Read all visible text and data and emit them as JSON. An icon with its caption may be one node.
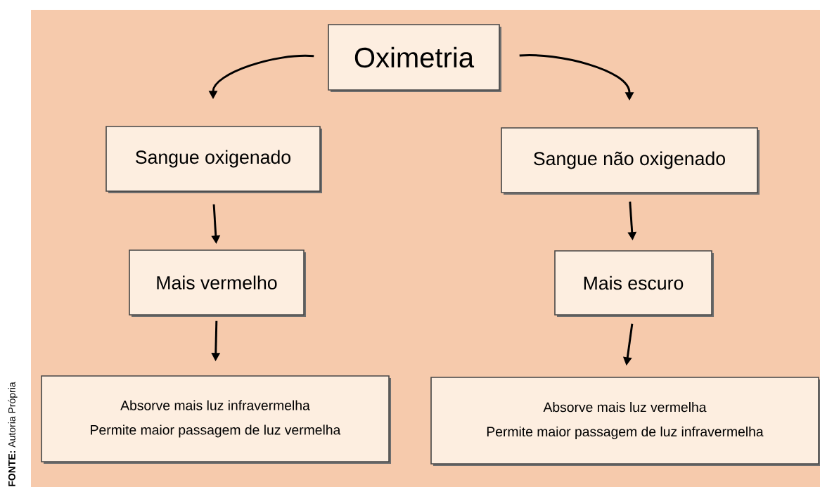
{
  "diagram": {
    "caption": "**FONTE:** Autoria Própria",
    "nodes": [
      {
        "text": [
          "Oximetria"
        ]
      },
      {
        "text": [
          "Sangue oxigenado"
        ]
      },
      {
        "text": [
          "Sangue não oxigenado"
        ]
      },
      {
        "text": [
          "Mais vermelho"
        ]
      },
      {
        "text": [
          "Mais escuro"
        ]
      },
      {
        "text": [
          "Absorve mais luz infravermelha",
          "Permite maior passagem de luz vermelha"
        ]
      },
      {
        "text": [
          "Absorve mais luz vermelha",
          "Permite maior passagem de luz infravermelha"
        ]
      }
    ],
    "edges": [
      {
        "from": 0,
        "to": 1,
        "arrow": "to"
      },
      {
        "from": 0,
        "to": 2,
        "arrow": "to"
      },
      {
        "from": 1,
        "to": 3,
        "arrow": "to"
      },
      {
        "from": 2,
        "to": 4,
        "arrow": "to"
      },
      {
        "from": 3,
        "to": 5,
        "arrow": "to"
      },
      {
        "from": 4,
        "to": 6,
        "arrow": "to"
      }
    ]
  }
}
